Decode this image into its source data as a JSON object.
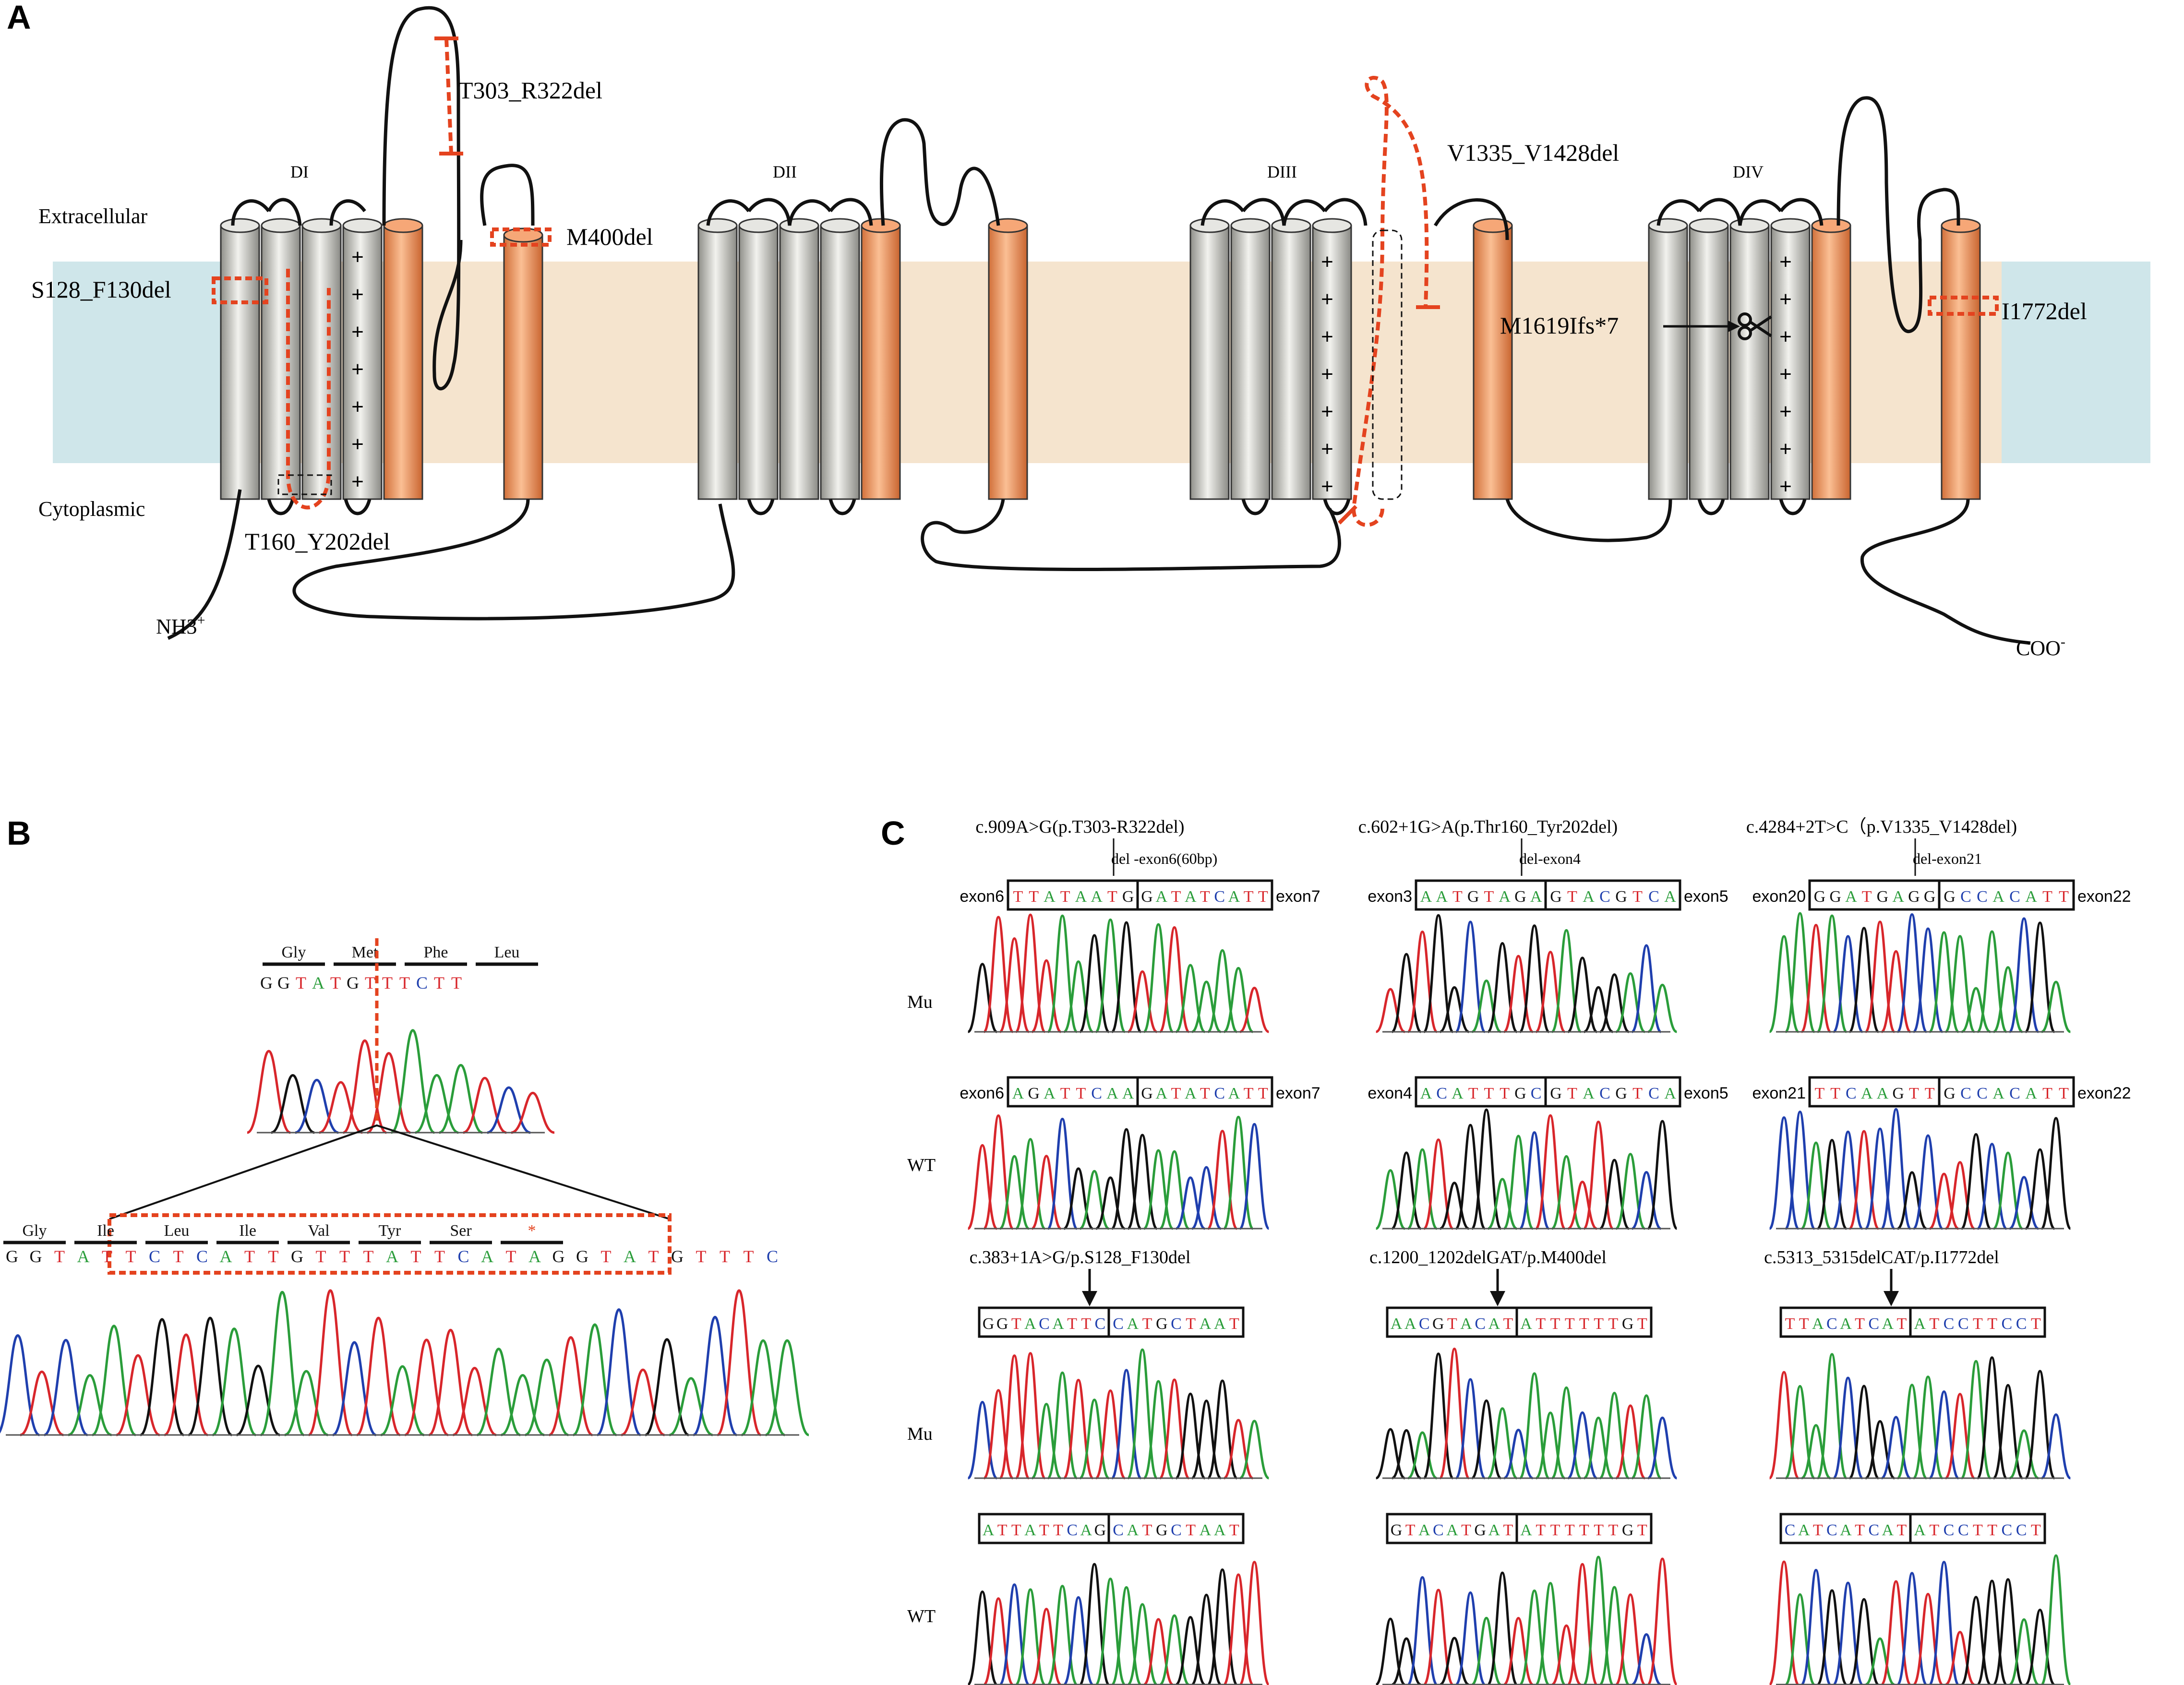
{
  "panels": {
    "A": "A",
    "B": "B",
    "C": "C"
  },
  "panel_a": {
    "extracellular": "Extracellular",
    "cytoplasmic": "Cytoplasmic",
    "domains": [
      "DI",
      "DII",
      "DIII",
      "DIV"
    ],
    "n_terminus": "NH3",
    "n_terminus_sup": "+",
    "c_terminus": "COO",
    "c_terminus_sup": "-",
    "plus_sign": "+",
    "mutations": {
      "t303": "T303_R322del",
      "m400": "M400del",
      "s128": "S128_F130del",
      "t160": "T160_Y202del",
      "v1335": "V1335_V1428del",
      "m1619": "M1619Ifs*7",
      "i1772": "I1772del"
    },
    "colors": {
      "membrane": "#cfe6ea",
      "membrane_inner": "#fbe3c9",
      "orange": "#e9915a",
      "gray": "#c6c6c0",
      "red": "#e4431f"
    }
  },
  "panel_b": {
    "top_aa": [
      "Gly",
      "Met",
      "Phe",
      "Leu"
    ],
    "top_seq": [
      "G",
      "G",
      "T",
      "A",
      "T",
      "G",
      "T",
      "T",
      "T",
      "C",
      "T",
      "T"
    ],
    "bottom_aa": [
      "Gly",
      "Ile",
      "Leu",
      "Ile",
      "Val",
      "Tyr",
      "Ser",
      "*"
    ],
    "bottom_seq": [
      "G",
      "G",
      "T",
      "A",
      "T",
      "T",
      "C",
      "T",
      "C",
      "A",
      "T",
      "T",
      "G",
      "T",
      "T",
      "T",
      "A",
      "T",
      "T",
      "C",
      "A",
      "T",
      "A",
      "G",
      "G",
      "T",
      "A",
      "T",
      "G",
      "T",
      "T",
      "T",
      "C"
    ]
  },
  "panel_c": {
    "label_mu": "Mu",
    "label_wt": "WT",
    "groups": [
      {
        "title": "c.909A>G(p.T303-R322del)",
        "sub": "del -exon6(60bp)",
        "mu": {
          "left": "exon6",
          "seq1": "TTATAATG",
          "seq2": "GATATCATT",
          "right": "exon7"
        },
        "wt": {
          "left": "exon6",
          "seq1": "AGATTCAA",
          "seq2": "GATATCATT",
          "right": "exon7"
        }
      },
      {
        "title": "c.602+1G>A(p.Thr160_Tyr202del)",
        "sub": "del-exon4",
        "mu": {
          "left": "exon3",
          "seq1": "AATGTAGA",
          "seq2": "GTACGTCA",
          "right": "exon5"
        },
        "wt": {
          "left": "exon4",
          "seq1": "ACATTTGC",
          "seq2": "GTACGTCA",
          "right": "exon5"
        }
      },
      {
        "title": "c.4284+2T>C（p.V1335_V1428del)",
        "sub": "del-exon21",
        "mu": {
          "left": "exon20",
          "seq1": "GGATGAGG",
          "seq2": "GCCACATT",
          "right": "exon22"
        },
        "wt": {
          "left": "exon21",
          "seq1": "TTCAAGTT",
          "seq2": "GCCACATT",
          "right": "exon22"
        }
      },
      {
        "title": "c.383+1A>G/p.S128_F130del",
        "mu": {
          "seq1": "GGTACATTC",
          "seq2": "CATGCTAAT"
        },
        "wt": {
          "seq1": "ATTATTCAG",
          "seq2": "CATGCTAAT"
        }
      },
      {
        "title": "c.1200_1202delGAT/p.M400del",
        "mu": {
          "seq1": "AACGTACAT",
          "seq2": "ATTTTTTGT"
        },
        "wt": {
          "seq1": "GTACATGAT",
          "seq2": "ATTTTTTGT"
        }
      },
      {
        "title": "c.5313_5315delCAT/p.I1772del",
        "mu": {
          "seq1": "TTACATCAT",
          "seq2": "ATCCTTCCT"
        },
        "wt": {
          "seq1": "CATCATCAT",
          "seq2": "ATCCTTCCT"
        }
      }
    ]
  }
}
